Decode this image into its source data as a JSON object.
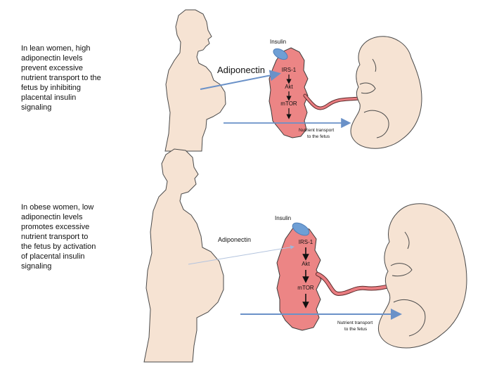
{
  "panels": {
    "lean": {
      "description_lines": [
        "In lean women, high",
        "adiponectin levels",
        "prevent excessive",
        "nutrient transport to the",
        "fetus by inhibiting",
        "placental insulin",
        "signaling"
      ],
      "adiponectin_label": "Adiponectin",
      "insulin_label": "Insulin",
      "pathway": [
        "IRS-1",
        "Akt",
        "mTOR"
      ],
      "transport_label_lines": [
        "Nutrient transport",
        "to the fetus"
      ]
    },
    "obese": {
      "description_lines": [
        "In obese women, low",
        "adiponectin levels",
        "promotes excessive",
        "nutrient transport to",
        "the fetus by activation",
        "of placental insulin",
        "signaling"
      ],
      "adiponectin_label": "Adiponectin",
      "insulin_label": "Insulin",
      "pathway": [
        "IRS-1",
        "Akt",
        "mTOR"
      ],
      "transport_label_lines": [
        "Nutrient transport",
        "to the fetus"
      ]
    }
  },
  "colors": {
    "skin": "#f6e3d3",
    "outline": "#4a4a4a",
    "placenta": "#ec8585",
    "cord": "#e97c80",
    "insulin": "#6f9fd5",
    "arrow_blue": "#6a91c8"
  }
}
